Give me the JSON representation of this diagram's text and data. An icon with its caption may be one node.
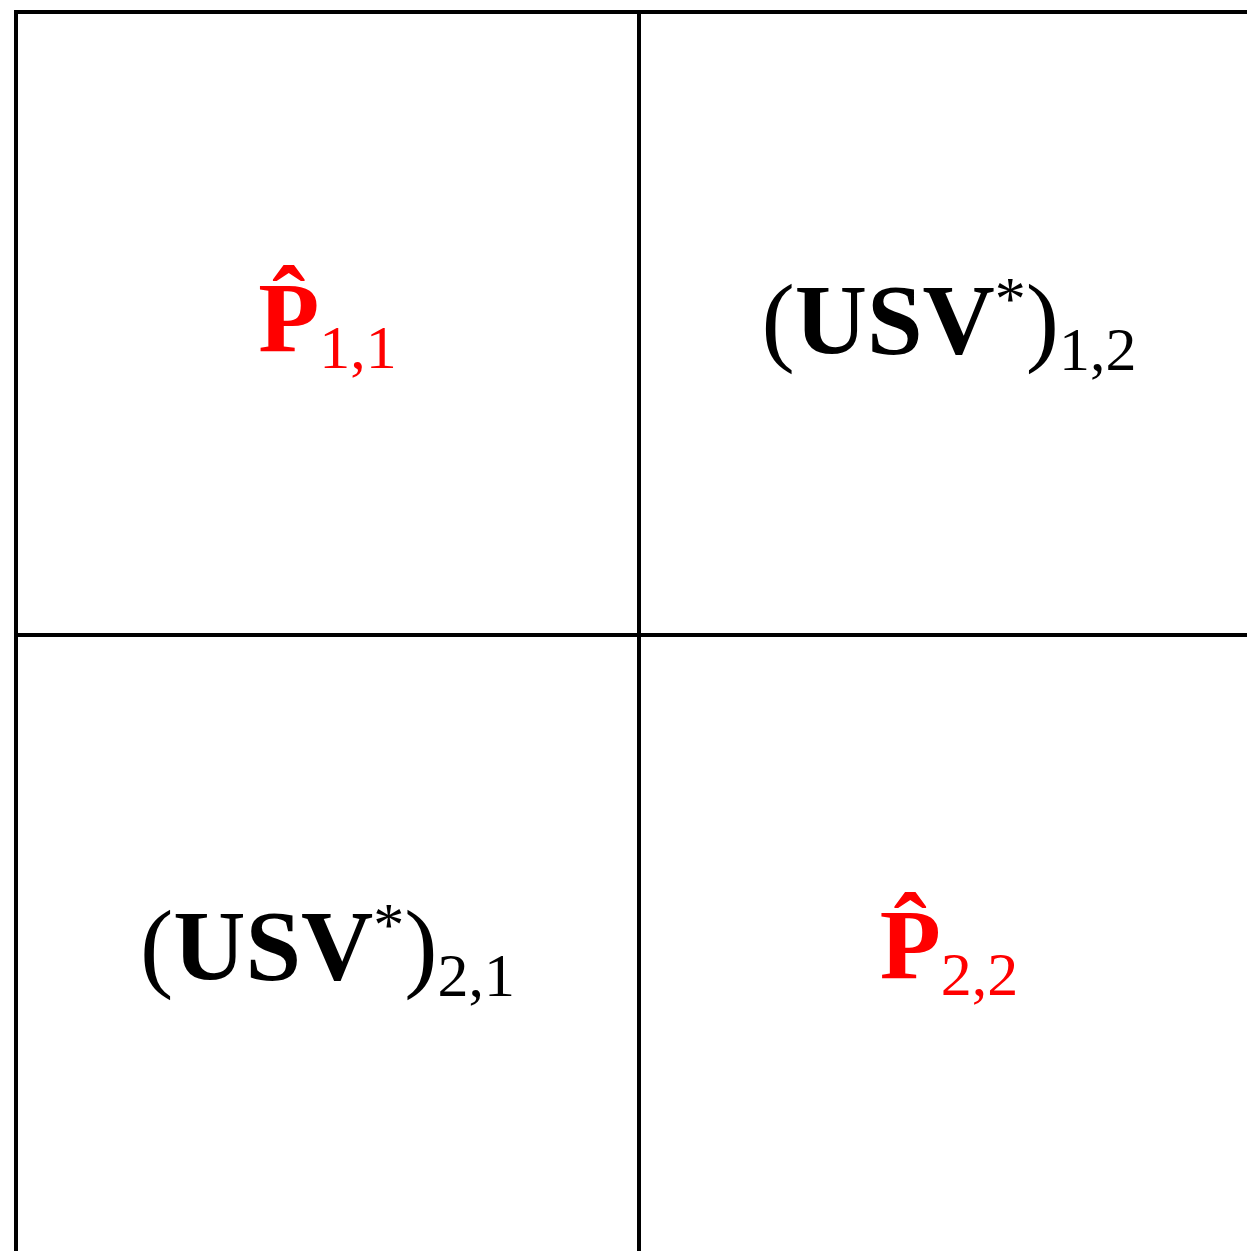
{
  "diagram": {
    "nodes": [
      {
        "text": [
          "**P̂**$_{1,1}$"
        ]
      },
      {
        "text": [
          "(**USV**$^{*}$)$_{1,2}$"
        ]
      },
      {
        "text": [
          "(**USV**$^{*}$)$_{2,1}$"
        ]
      },
      {
        "text": [
          "**P̂**$_{2,2}$"
        ]
      }
    ]
  }
}
